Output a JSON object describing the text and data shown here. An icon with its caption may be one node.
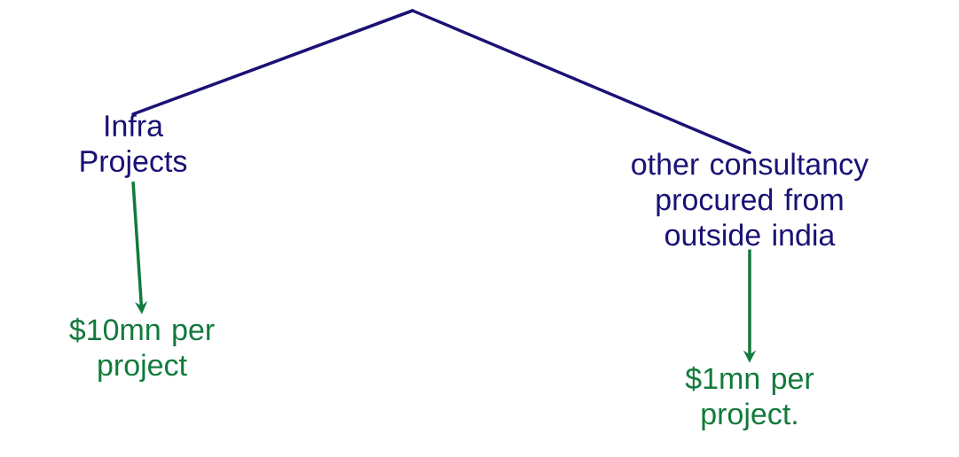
{
  "diagram": {
    "nodes": [
      {
        "text": [
          "Infra Projects"
        ]
      },
      {
        "text": [
          "$10mn per project"
        ]
      },
      {
        "text": [
          "other consultancy procured from outside india"
        ]
      },
      {
        "text": [
          "$1mn per project."
        ]
      }
    ],
    "edges": [
      {
        "from": null,
        "to": 0,
        "arrow": "none"
      },
      {
        "from": null,
        "to": 2,
        "arrow": "none"
      },
      {
        "from": 0,
        "to": 1,
        "arrow": "to",
        "color": "#127a3c"
      },
      {
        "from": 2,
        "to": 3,
        "arrow": "to",
        "color": "#127a3c"
      }
    ]
  }
}
